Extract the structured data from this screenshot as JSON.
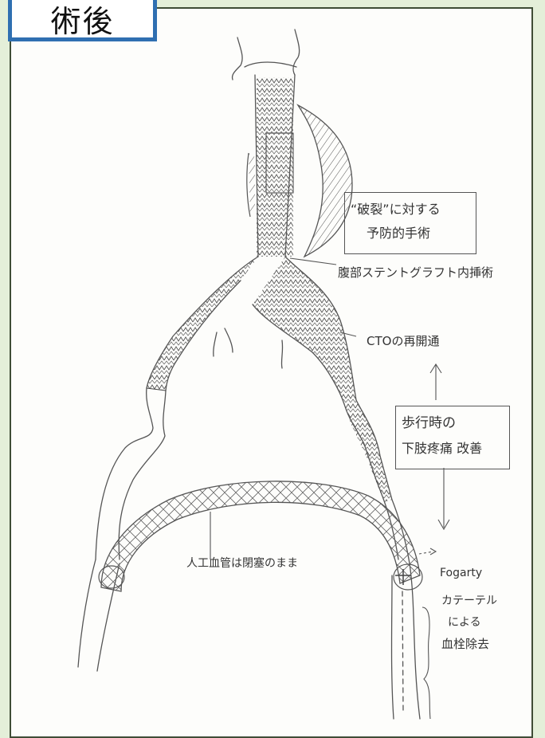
{
  "title": "術後",
  "annotations": {
    "prevention_line1": "“破裂”に対する",
    "prevention_line2": "予防的手術",
    "abdominal_stent": "腹部ステントグラフト内挿術",
    "cto": "CTOの再開通",
    "walking_line1": "歩行時の",
    "walking_line2": "下肢疼痛 改善",
    "graft": "人工血管は閉塞のまま",
    "fogarty_line1": "Fogarty",
    "fogarty_line2": "カテーテル",
    "fogarty_line3": "による",
    "fogarty_line4": "血栓除去"
  },
  "colors": {
    "background": "#e4efd9",
    "title_border": "#2f6fb1",
    "ink": "#555555"
  }
}
